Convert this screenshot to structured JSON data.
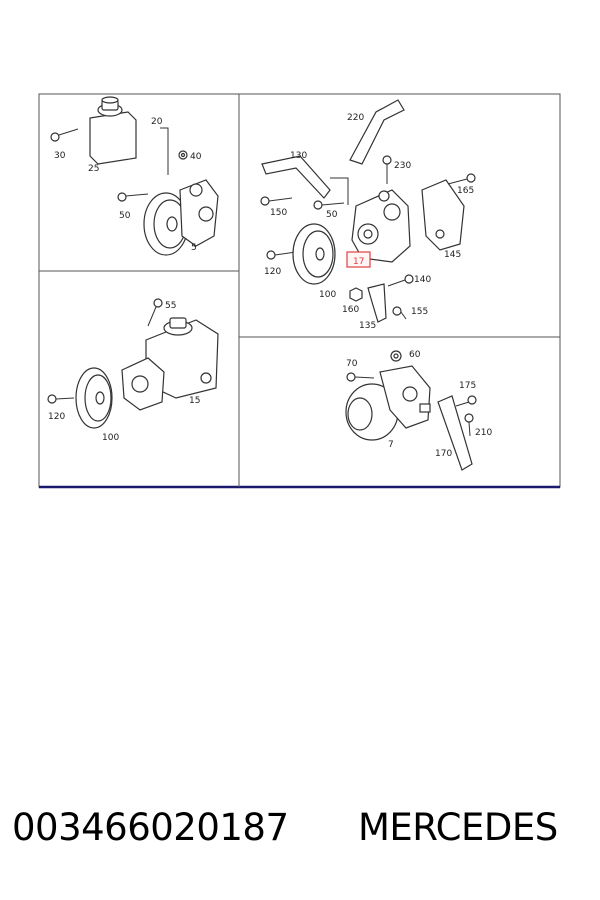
{
  "diagram": {
    "accent_color": "#1a1a6e",
    "highlight_color": "#e04040",
    "highlighted_label": "17",
    "callouts": {
      "tl": [
        "30",
        "25",
        "20",
        "40",
        "50",
        "5"
      ],
      "tr": [
        "220",
        "130",
        "230",
        "165",
        "150",
        "50",
        "145",
        "120",
        "100",
        "140",
        "160",
        "135",
        "155"
      ],
      "bl": [
        "55",
        "120",
        "100",
        "15"
      ],
      "br": [
        "70",
        "60",
        "175",
        "210",
        "7",
        "170"
      ]
    }
  },
  "caption": {
    "part_number": "003466020187",
    "brand": "MERCEDES"
  }
}
